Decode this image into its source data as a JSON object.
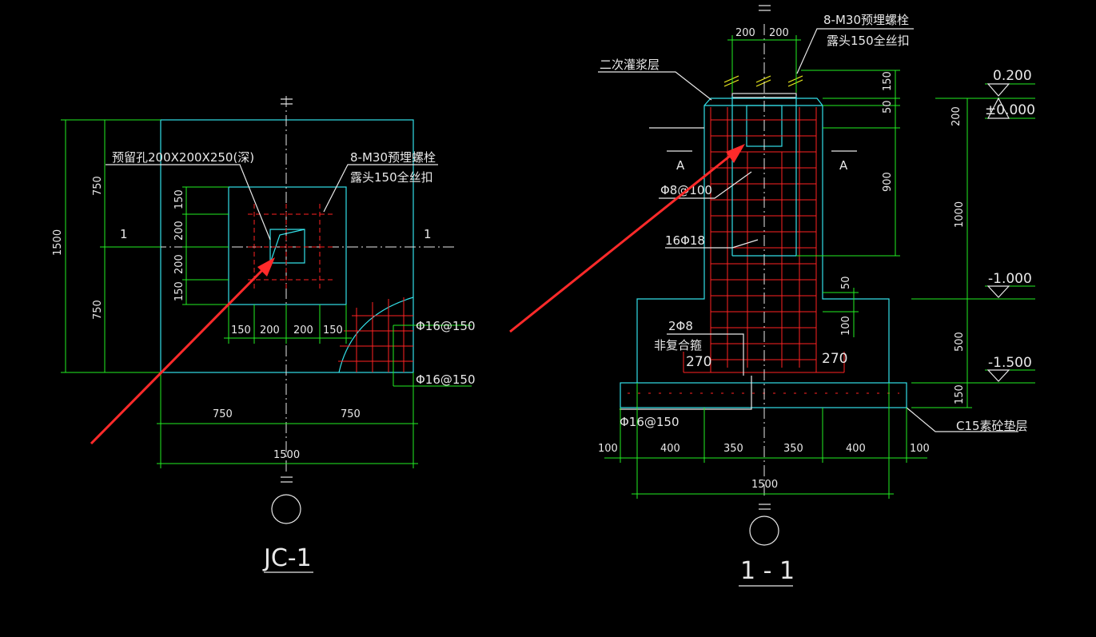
{
  "plan": {
    "title": "JC-1",
    "hole_note": "预留孔200X200X250(深)",
    "bolt_note_1": "8-M30预埋螺栓",
    "bolt_note_2": "露头150全丝扣",
    "section_mark": "1",
    "rebar_top": "Φ16@150",
    "rebar_bottom": "Φ16@150",
    "dims_left": [
      "750",
      "1500",
      "750"
    ],
    "dims_inner_v": [
      "150",
      "200",
      "200",
      "150"
    ],
    "dims_inner_h": [
      "150",
      "200",
      "200",
      "150"
    ],
    "dims_bottom": [
      "750",
      "750",
      "1500"
    ]
  },
  "section": {
    "title": "1 - 1",
    "grout_note": "二次灌浆层",
    "bolt_note_1": "8-M30预埋螺栓",
    "bolt_note_2": "露头150全丝扣",
    "section_a": "A",
    "stirrup": "Φ8@100",
    "main_bar": "16Φ18",
    "tie_note_1": "2Φ8",
    "tie_note_2": "非复合箍",
    "hook_left": "270",
    "hook_right": "270",
    "bottom_rebar": "Φ16@150",
    "pad_note": "C15素砼垫层",
    "dims_top": [
      "200",
      "200"
    ],
    "dims_right_inner": [
      "150",
      "50",
      "200",
      "900",
      "50",
      "100"
    ],
    "dims_right_outer": [
      "1000",
      "500",
      "150"
    ],
    "elevations": [
      "0.200",
      "±0.000",
      "-1.000",
      "-1.500"
    ],
    "dims_bottom": [
      "100",
      "400",
      "350",
      "350",
      "400",
      "100",
      "1500"
    ]
  }
}
